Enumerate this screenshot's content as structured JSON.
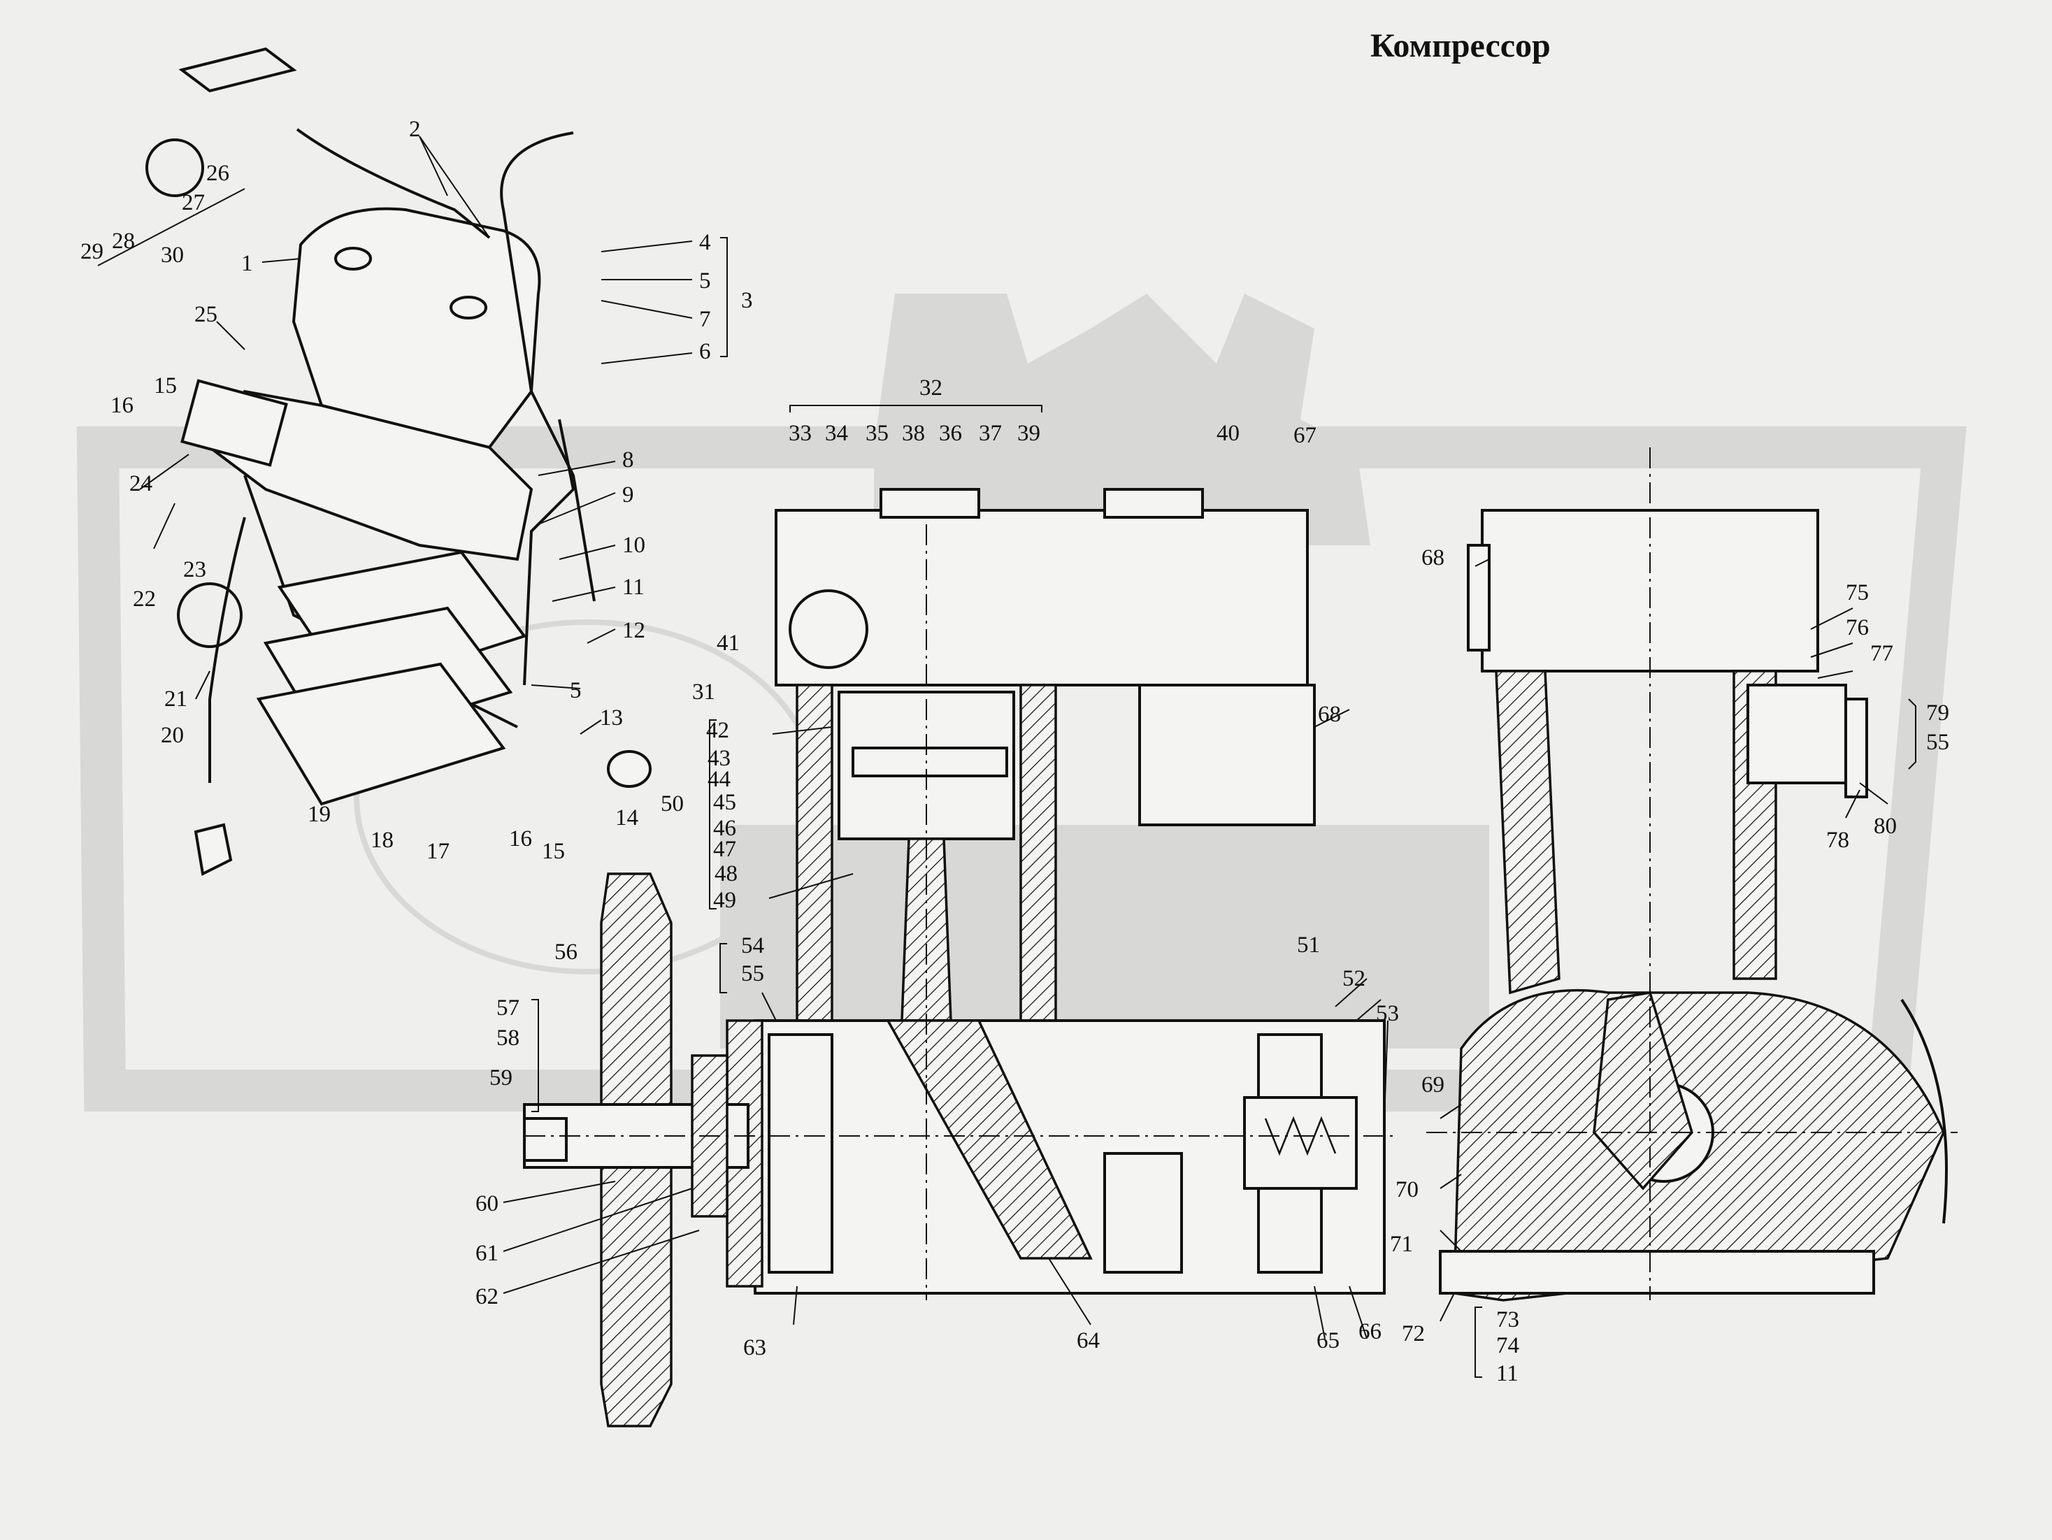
{
  "title": "Компрессор",
  "callouts": [
    {
      "id": "c1",
      "text": "1"
    },
    {
      "id": "c2",
      "text": "2"
    },
    {
      "id": "c3",
      "text": "3"
    },
    {
      "id": "c4",
      "text": "4"
    },
    {
      "id": "c5a",
      "text": "5"
    },
    {
      "id": "c6",
      "text": "6"
    },
    {
      "id": "c7",
      "text": "7"
    },
    {
      "id": "c8",
      "text": "8"
    },
    {
      "id": "c9",
      "text": "9"
    },
    {
      "id": "c10",
      "text": "10"
    },
    {
      "id": "c11a",
      "text": "11"
    },
    {
      "id": "c12",
      "text": "12"
    },
    {
      "id": "c5b",
      "text": "5"
    },
    {
      "id": "c13",
      "text": "13"
    },
    {
      "id": "c14",
      "text": "14"
    },
    {
      "id": "c15a",
      "text": "15"
    },
    {
      "id": "c16a",
      "text": "16"
    },
    {
      "id": "c15b",
      "text": "15"
    },
    {
      "id": "c16b",
      "text": "16"
    },
    {
      "id": "c17",
      "text": "17"
    },
    {
      "id": "c18",
      "text": "18"
    },
    {
      "id": "c19",
      "text": "19"
    },
    {
      "id": "c20",
      "text": "20"
    },
    {
      "id": "c21",
      "text": "21"
    },
    {
      "id": "c22",
      "text": "22"
    },
    {
      "id": "c23",
      "text": "23"
    },
    {
      "id": "c24",
      "text": "24"
    },
    {
      "id": "c25",
      "text": "25"
    },
    {
      "id": "c26",
      "text": "26"
    },
    {
      "id": "c27",
      "text": "27"
    },
    {
      "id": "c28",
      "text": "28"
    },
    {
      "id": "c29",
      "text": "29"
    },
    {
      "id": "c30",
      "text": "30"
    },
    {
      "id": "c31",
      "text": "31"
    },
    {
      "id": "c32",
      "text": "32"
    },
    {
      "id": "c33",
      "text": "33"
    },
    {
      "id": "c34",
      "text": "34"
    },
    {
      "id": "c35",
      "text": "35"
    },
    {
      "id": "c36",
      "text": "36"
    },
    {
      "id": "c37",
      "text": "37"
    },
    {
      "id": "c38",
      "text": "38"
    },
    {
      "id": "c39",
      "text": "39"
    },
    {
      "id": "c40",
      "text": "40"
    },
    {
      "id": "c41",
      "text": "41"
    },
    {
      "id": "c42",
      "text": "42"
    },
    {
      "id": "c43",
      "text": "43"
    },
    {
      "id": "c44",
      "text": "44"
    },
    {
      "id": "c45",
      "text": "45"
    },
    {
      "id": "c46",
      "text": "46"
    },
    {
      "id": "c47",
      "text": "47"
    },
    {
      "id": "c48",
      "text": "48"
    },
    {
      "id": "c49",
      "text": "49"
    },
    {
      "id": "c50",
      "text": "50"
    },
    {
      "id": "c51",
      "text": "51"
    },
    {
      "id": "c52",
      "text": "52"
    },
    {
      "id": "c53",
      "text": "53"
    },
    {
      "id": "c54",
      "text": "54"
    },
    {
      "id": "c55a",
      "text": "55"
    },
    {
      "id": "c56",
      "text": "56"
    },
    {
      "id": "c57",
      "text": "57"
    },
    {
      "id": "c58",
      "text": "58"
    },
    {
      "id": "c59",
      "text": "59"
    },
    {
      "id": "c60",
      "text": "60"
    },
    {
      "id": "c61",
      "text": "61"
    },
    {
      "id": "c62",
      "text": "62"
    },
    {
      "id": "c63",
      "text": "63"
    },
    {
      "id": "c64",
      "text": "64"
    },
    {
      "id": "c65",
      "text": "65"
    },
    {
      "id": "c66",
      "text": "66"
    },
    {
      "id": "c67",
      "text": "67"
    },
    {
      "id": "c68a",
      "text": "68"
    },
    {
      "id": "c68b",
      "text": "68"
    },
    {
      "id": "c69",
      "text": "69"
    },
    {
      "id": "c70",
      "text": "70"
    },
    {
      "id": "c71",
      "text": "71"
    },
    {
      "id": "c72",
      "text": "72"
    },
    {
      "id": "c73",
      "text": "73"
    },
    {
      "id": "c74",
      "text": "74"
    },
    {
      "id": "c11b",
      "text": "11"
    },
    {
      "id": "c75",
      "text": "75"
    },
    {
      "id": "c76",
      "text": "76"
    },
    {
      "id": "c77",
      "text": "77"
    },
    {
      "id": "c78",
      "text": "78"
    },
    {
      "id": "c79",
      "text": "79"
    },
    {
      "id": "c55b",
      "text": "55"
    },
    {
      "id": "c80",
      "text": "80"
    }
  ],
  "colors": {
    "background": "#efefed",
    "ink": "#111111",
    "watermark": "#d8d8d6"
  }
}
